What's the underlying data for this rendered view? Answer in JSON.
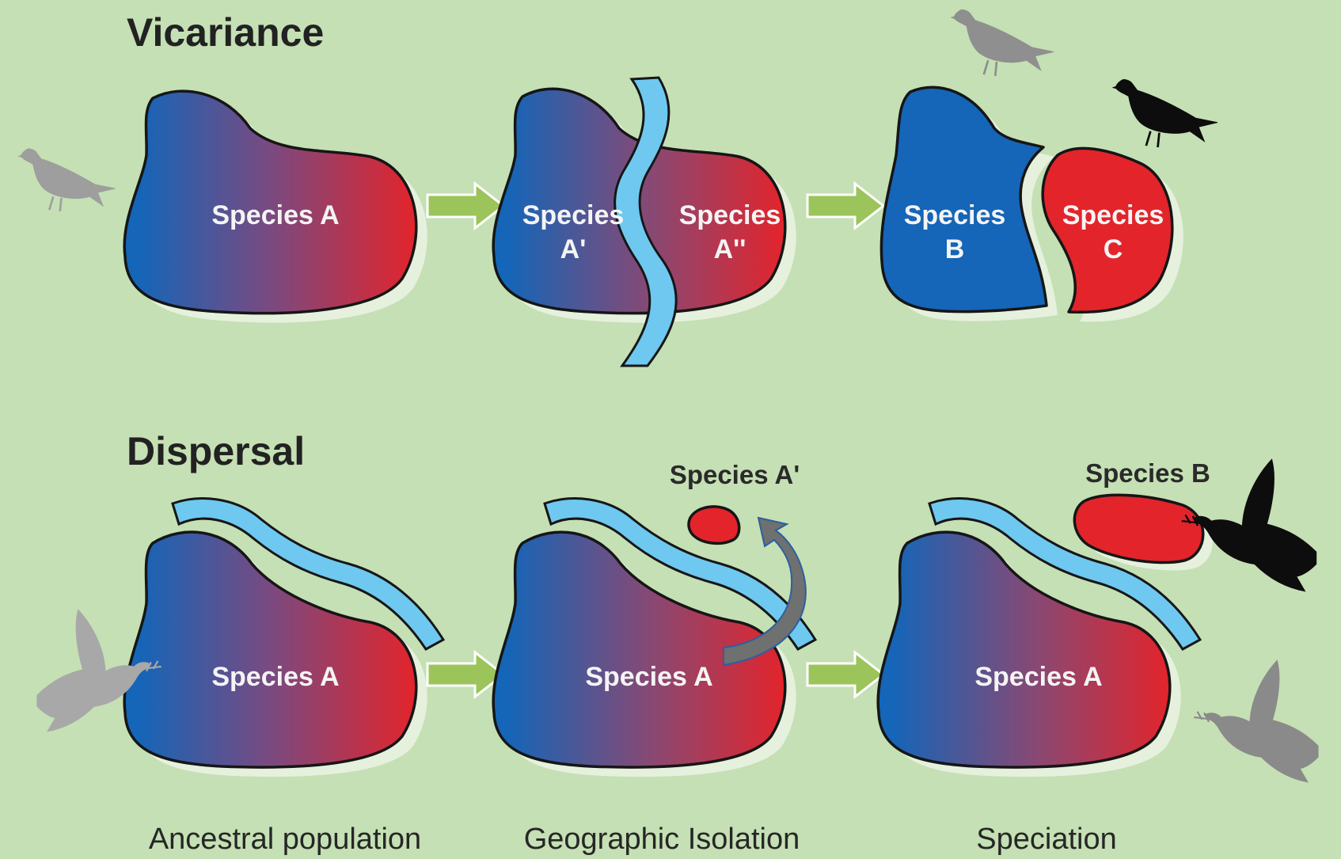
{
  "headings": {
    "vicariance": "Vicariance",
    "dispersal": "Dispersal"
  },
  "vicariance": {
    "stage1": {
      "label": "Species A"
    },
    "stage2": {
      "left_line1": "Species",
      "left_line2": "A'",
      "right_line1": "Species",
      "right_line2": "A''"
    },
    "stage3": {
      "left_line1": "Species",
      "left_line2": "B",
      "right_line1": "Species",
      "right_line2": "C"
    }
  },
  "dispersal": {
    "stage1": {
      "label": "Species A"
    },
    "stage2": {
      "label": "Species A",
      "island_label": "Species A'"
    },
    "stage3": {
      "label": "Species A",
      "island_label": "Species B"
    }
  },
  "captions": {
    "stage1": "Ancestral population",
    "stage2": "Geographic Isolation",
    "stage3": "Speciation"
  },
  "colors": {
    "background": "#c5e0b4",
    "species_blue": "#1565b8",
    "species_red": "#e3242b",
    "river": "#6fc8f0",
    "arrow_green": "#9bc45a",
    "bird_gray": "#9e9e9e",
    "bird_black": "#0d0d0d"
  },
  "icons": [
    "pigeon-icon",
    "dove-icon",
    "right-arrow-icon",
    "curved-arrow-icon"
  ]
}
